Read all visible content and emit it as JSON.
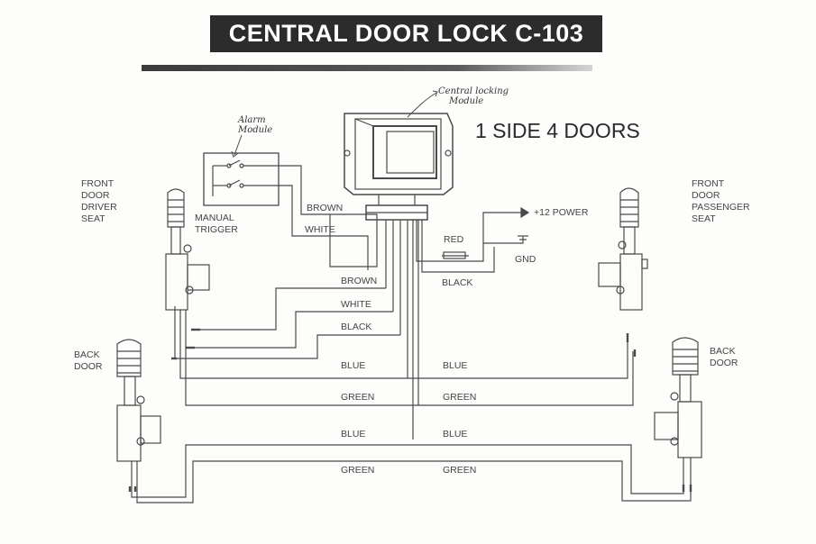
{
  "title": "CENTRAL DOOR LOCK C-103",
  "subtitle": "1 SIDE 4 DOORS",
  "handwritten": {
    "alarm_line1": "Alarm",
    "alarm_line2": "Module",
    "central_line1": "Central locking",
    "central_line2": "Module"
  },
  "labels": {
    "front_driver": [
      "FRONT",
      "DOOR",
      "DRIVER",
      "SEAT"
    ],
    "front_passenger": [
      "FRONT",
      "DOOR",
      "PASSENGER",
      "SEAT"
    ],
    "back_left": [
      "BACK",
      "DOOR"
    ],
    "back_right": [
      "BACK",
      "DOOR"
    ],
    "manual_trigger": [
      "MANUAL",
      "TRIGGER"
    ],
    "power": "+12 POWER",
    "gnd": "GND"
  },
  "wires": {
    "brown_top": "BROWN",
    "white_top": "WHITE",
    "red": "RED",
    "black_right": "BLACK",
    "brown_mid": "BROWN",
    "white_mid": "WHITE",
    "black_mid": "BLACK",
    "blue1_left": "BLUE",
    "blue1_right": "BLUE",
    "green1_left": "GREEN",
    "green1_right": "GREEN",
    "blue2_left": "BLUE",
    "blue2_right": "BLUE",
    "green2_left": "GREEN",
    "green2_right": "GREEN"
  },
  "colors": {
    "ink": "#4a4a4a",
    "title_bg": "#2c2c2c",
    "title_fg": "#ffffff"
  }
}
